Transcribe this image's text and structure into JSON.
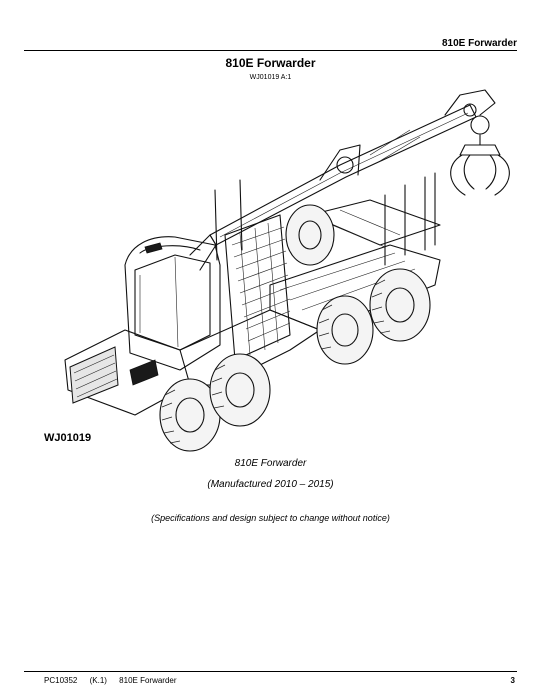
{
  "header": {
    "title": "810E Forwarder"
  },
  "page_title": "810E Forwarder",
  "figure_ref": "WJ01019  A:1",
  "illustration": {
    "id_label": "WJ01019",
    "subject": "forwarder-machine"
  },
  "caption": {
    "model": "810E Forwarder",
    "manufactured": "(Manufactured 2010 – 2015)",
    "notice": "(Specifications and design subject to change without notice)"
  },
  "footer": {
    "doc_code": "PC10352",
    "revision": "(K.1)",
    "title": "810E Forwarder",
    "page_number": "3"
  }
}
